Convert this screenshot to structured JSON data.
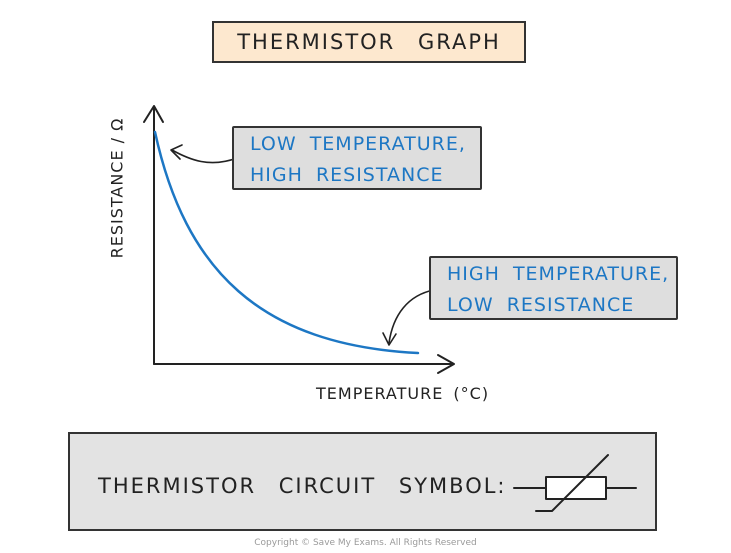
{
  "title": "THERMISTOR GRAPH",
  "graph": {
    "y_axis_label": "RESISTANCE / Ω",
    "x_axis_label": "TEMPERATURE (°C)",
    "curve_color": "#1d77c4",
    "callouts": {
      "low_temperature": [
        "LOW TEMPERATURE,",
        "HIGH RESISTANCE"
      ],
      "high_temperature": [
        "HIGH TEMPERATURE,",
        "LOW RESISTANCE"
      ]
    }
  },
  "symbol_panel": {
    "label": "THERMISTOR CIRCUIT SYMBOL:",
    "symbol_icon": "thermistor-symbol-icon"
  },
  "copyright": "Copyright © Save My Exams. All Rights Reserved",
  "colors": {
    "title_background": "#fde8cf",
    "callout_background": "#dedede",
    "symbol_panel_background": "#e3e3e3",
    "callout_text": "#1d77c4"
  }
}
